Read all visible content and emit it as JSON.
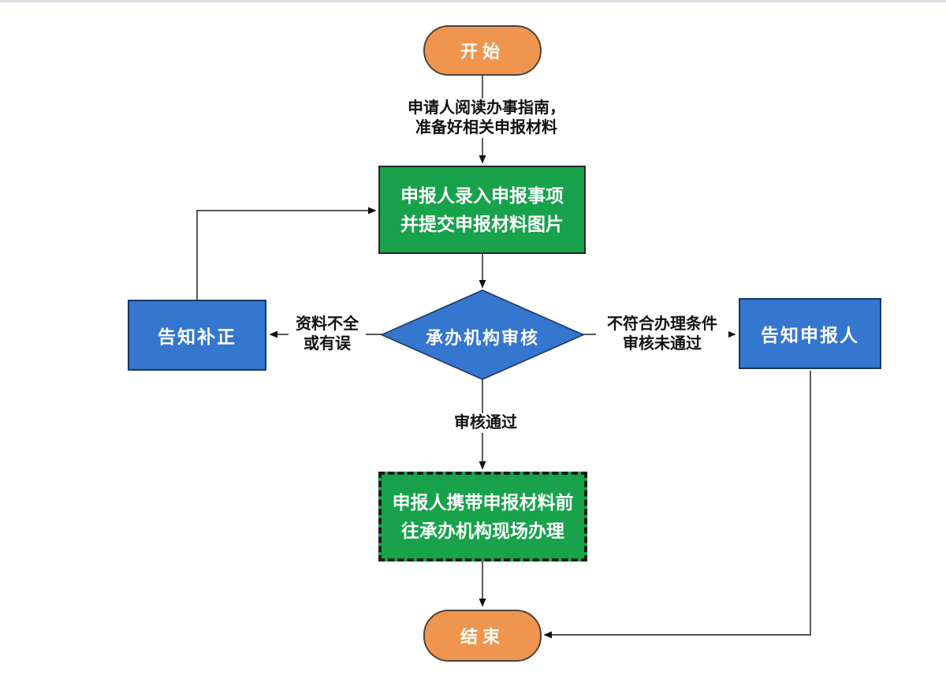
{
  "page": {
    "background": "#ffffff",
    "top_rule_color": "#d9e1e7",
    "connector_color": "#3f3f3f",
    "arrowhead_color": "#111111"
  },
  "flowchart": {
    "nodes": {
      "start": {
        "label": "开始",
        "fill": "#f0954f",
        "shape": "terminator"
      },
      "process_entry": {
        "line1": "申报人录入申报事项",
        "line2": "并提交申报材料图片",
        "fill": "#17a24b",
        "shape": "process"
      },
      "decision": {
        "label": "承办机构审核",
        "fill": "#3576ce",
        "shape": "decision"
      },
      "notify_correction": {
        "label": "告知补正",
        "fill": "#3576ce",
        "shape": "process"
      },
      "notify_applicant": {
        "label": "告知申报人",
        "fill": "#3576ce",
        "shape": "process"
      },
      "process_onsite": {
        "line1": "申报人携带申报材料前",
        "line2": "往承办机构现场办理",
        "fill": "#17a24b",
        "shape": "process-dashed"
      },
      "end": {
        "label": "结束",
        "fill": "#f0954f",
        "shape": "terminator"
      }
    },
    "edge_labels": {
      "prepare": {
        "line1": "申请人阅读办事指南，",
        "line2": "准备好相关申报材料"
      },
      "incomplete": {
        "line1": "资料不全",
        "line2": "或有误"
      },
      "rejected": {
        "line1": "不符合办理条件",
        "line2": "审核未通过"
      },
      "approved": {
        "label": "审核通过"
      }
    }
  }
}
